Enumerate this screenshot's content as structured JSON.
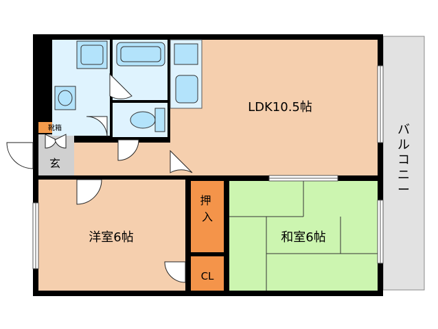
{
  "rooms": {
    "ldk": "LDK10.5帖",
    "western": "洋室6帖",
    "japanese": "和室6帖",
    "oshiire": "押入",
    "closet": "CL",
    "entrance": "玄",
    "shoebox": "靴箱",
    "balcony": "バルコニー"
  },
  "colors": {
    "wall": "#000000",
    "tan_floor": "#f5cfae",
    "green_floor": "#ccf5b0",
    "wet_area": "#dff3fe",
    "fixture": "#b3e3fb",
    "storage": "#f4944a",
    "entrance": "#d0d0d0",
    "balcony": "#e2e2e2",
    "shoebox": "#f39a4b"
  }
}
